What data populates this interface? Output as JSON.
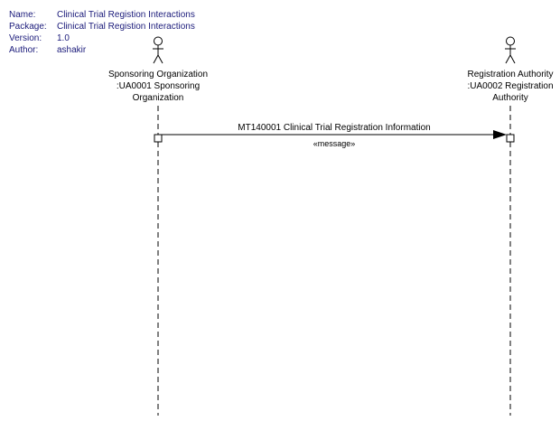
{
  "header": {
    "rows": [
      {
        "key": "Name:",
        "value": "Clinical Trial Registion Interactions"
      },
      {
        "key": "Package:",
        "value": "Clinical Trial Registion Interactions"
      },
      {
        "key": "Version:",
        "value": "1.0"
      },
      {
        "key": "Author:",
        "value": "ashakir"
      }
    ]
  },
  "actors": [
    {
      "lines": [
        "Sponsoring Organization",
        ":UA0001 Sponsoring",
        "Organization"
      ]
    },
    {
      "lines": [
        "Registration Authority",
        ":UA0002 Registration",
        "Authority"
      ]
    }
  ],
  "message": {
    "label": "MT140001 Clinical Trial Registration Information",
    "stereotype": "«message»"
  },
  "colors": {
    "header_text": "#1a1a7a",
    "lines": "#000000"
  }
}
